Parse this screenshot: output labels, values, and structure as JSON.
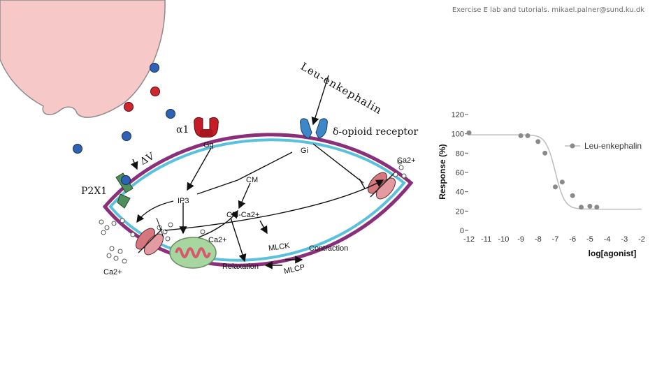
{
  "header": {
    "text": "Exercise E lab and tutorials. mikael.palner@sund.ku.dk"
  },
  "diagram": {
    "ligand": "Leu-enkephalin",
    "receptors": {
      "alpha1": "α1",
      "delta_opioid": "δ-opioid receptor",
      "p2x1": "P2X1",
      "delta_v": "ΔV"
    },
    "g_proteins": {
      "gq": "Gq",
      "gi": "Gi"
    },
    "molecules": {
      "ip3": "IP3",
      "cm": "CM",
      "cm_ca": "CM-Ca2+",
      "ca_right": "Ca2+",
      "ca_inner": "Ca2+",
      "ca_bottom_left": "Ca2+",
      "mlck": "MLCK",
      "mlcp": "MLCP"
    },
    "outcomes": {
      "relaxation": "Relaxation",
      "contraction": "Contraction"
    }
  },
  "chart_data": {
    "type": "scatter",
    "xlabel": "log[agonist]",
    "ylabel": "Response (%)",
    "xlim": [
      -12,
      -2
    ],
    "ylim": [
      0,
      120
    ],
    "x_ticks": [
      "-12",
      "-11",
      "-10",
      "-9",
      "-8",
      "-7",
      "-6",
      "-5",
      "-4",
      "-3",
      "-2"
    ],
    "y_ticks": [
      "0",
      "20",
      "40",
      "60",
      "80",
      "100",
      "120"
    ],
    "legend_position": "top-right",
    "series": [
      {
        "name": "Leu-enkephalin",
        "color": "#8a8a8a",
        "points": [
          {
            "x": -12,
            "y": 101
          },
          {
            "x": -9,
            "y": 98
          },
          {
            "x": -8.6,
            "y": 98
          },
          {
            "x": -8,
            "y": 92
          },
          {
            "x": -7.6,
            "y": 80
          },
          {
            "x": -7,
            "y": 45
          },
          {
            "x": -6.6,
            "y": 50
          },
          {
            "x": -6,
            "y": 36
          },
          {
            "x": -5.5,
            "y": 24
          },
          {
            "x": -5,
            "y": 25
          },
          {
            "x": -4.6,
            "y": 24
          }
        ],
        "fit": {
          "top": 99,
          "bottom": 22,
          "log_ec50": -7.0,
          "hill": 1.0
        }
      }
    ]
  }
}
